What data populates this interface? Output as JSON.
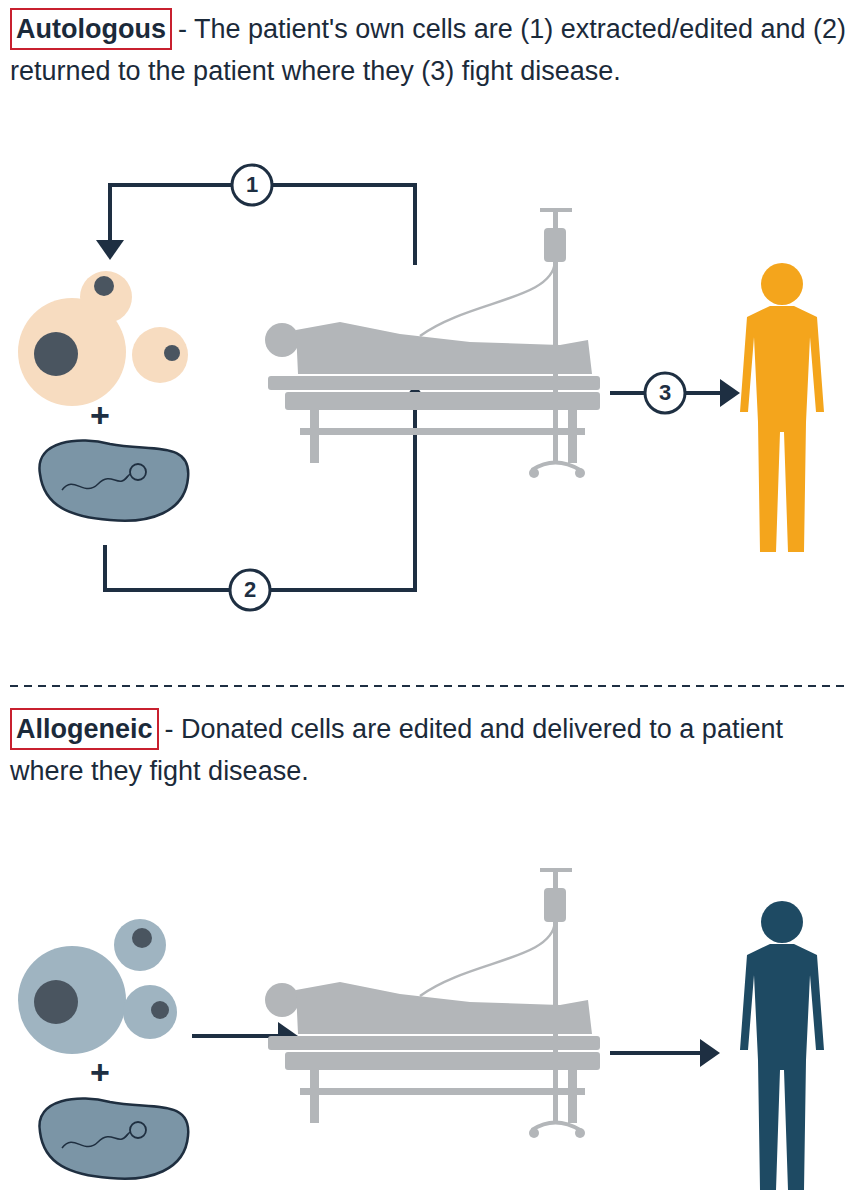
{
  "diagram": {
    "nodes": [
      {
        "text": [
          "Autologous"
        ]
      },
      {
        "text": [
          "Allogeneic"
        ]
      }
    ],
    "labels": [
      "- The patient's own cells are (1) extracted/edited and (2) returned to the patient where they (3) fight disease.",
      "1",
      "+",
      "2",
      "3",
      "- Donated cells are edited and delivered to a patient where they fight disease.",
      "+"
    ]
  }
}
